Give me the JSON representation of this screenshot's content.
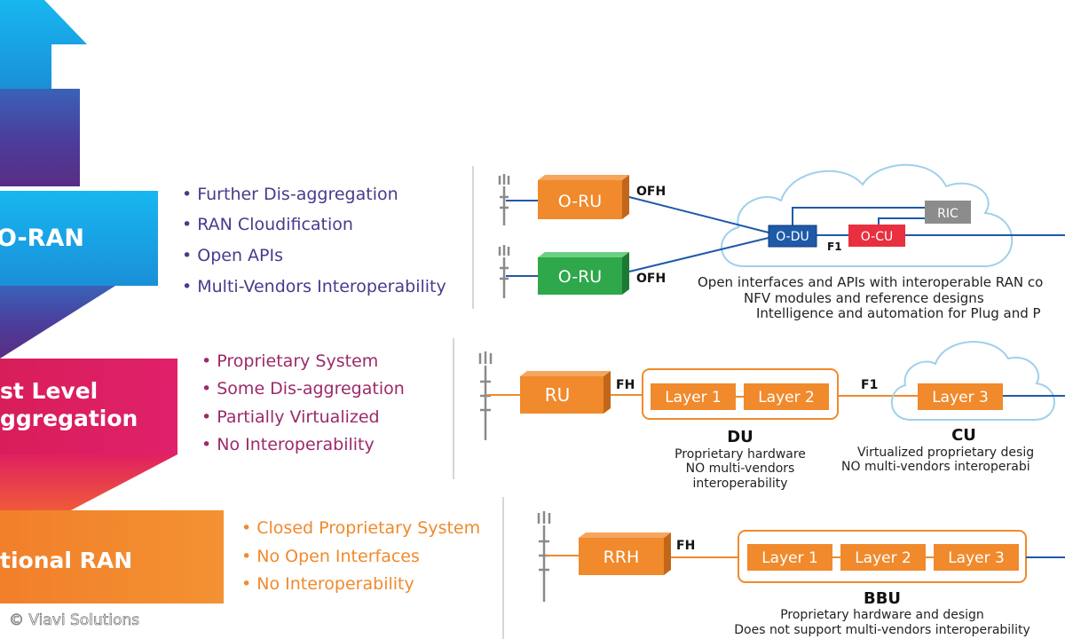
{
  "tiers": {
    "oran": {
      "label": "O-RAN",
      "bullets": [
        "Further Dis-aggregation",
        "RAN Cloudification",
        "Open APIs",
        "Multi-Vendors Interoperability"
      ],
      "color": "#1a9fe0",
      "bullet_color": "#4a3a8c"
    },
    "first": {
      "label_line1": "st Level",
      "label_line2": "ggregation",
      "bullets": [
        "Proprietary System",
        "Some Dis-aggregation",
        "Partially Virtualized",
        "No Interoperability"
      ],
      "color": "#d4186a",
      "bullet_color": "#9c2a6a"
    },
    "traditional": {
      "label": "tional RAN",
      "bullets": [
        "Closed Proprietary System",
        "No Open Interfaces",
        "No Interoperability"
      ],
      "color": "#f08a2c",
      "bullet_color": "#f08a2c"
    }
  },
  "oran_diagram": {
    "ru_top": "O-RU",
    "ru_bottom": "O-RU",
    "ofh_top": "OFH",
    "ofh_bottom": "OFH",
    "du": "O-DU",
    "cu": "O-CU",
    "ric": "RIC",
    "f1": "F1",
    "caption": [
      "Open interfaces and APIs with interoperable RAN co",
      "NFV modules and reference designs",
      "Intelligence and automation for Plug and P"
    ],
    "colors": {
      "ru_top": "#f08a2c",
      "ru_bottom": "#2ea84a",
      "du": "#1e5aa8",
      "cu": "#e83040",
      "ric": "#8c8c8c",
      "link": "#1e5aa8",
      "cloud": "#9fd0ec"
    }
  },
  "first_diagram": {
    "ru": "RU",
    "fh": "FH",
    "layer1": "Layer 1",
    "layer2": "Layer 2",
    "f1": "F1",
    "layer3": "Layer 3",
    "du_title": "DU",
    "du_caption": [
      "Proprietary hardware",
      "NO multi-vendors",
      "interoperability"
    ],
    "cu_title": "CU",
    "cu_caption": [
      "Virtualized proprietary desig",
      "NO multi-vendors interoperabi"
    ],
    "colors": {
      "block": "#f08a2c",
      "link": "#f08a2c",
      "cloud": "#9fd0ec"
    }
  },
  "trad_diagram": {
    "rrh": "RRH",
    "fh": "FH",
    "layer1": "Layer 1",
    "layer2": "Layer 2",
    "layer3": "Layer 3",
    "bbu_title": "BBU",
    "bbu_caption": [
      "Proprietary hardware and design",
      "Does not support multi-vendors interoperability"
    ],
    "colors": {
      "block": "#f08a2c",
      "link": "#f08a2c"
    }
  },
  "copyright": "© Viavi Solutions"
}
